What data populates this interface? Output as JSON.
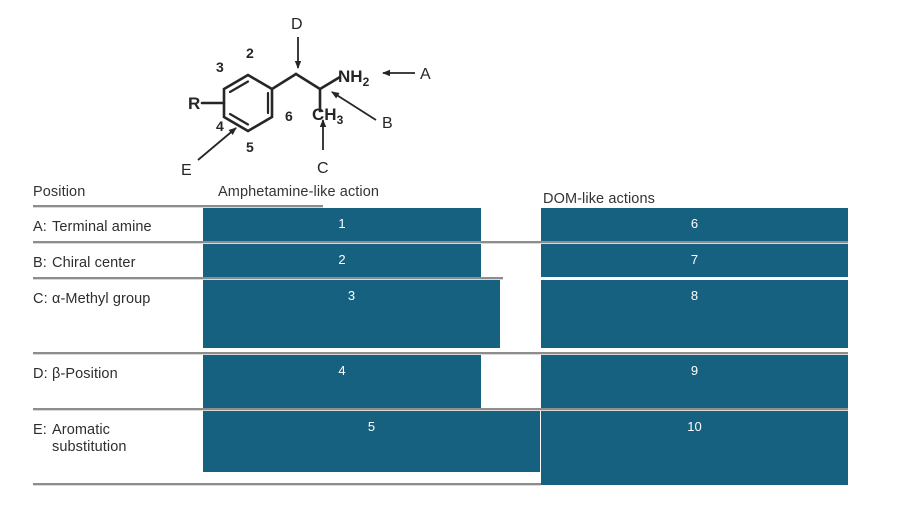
{
  "figure": {
    "structure": {
      "ring_numbers": [
        "2",
        "3",
        "4",
        "5",
        "6"
      ],
      "substituent_label": "R",
      "amine_label_main": "NH",
      "amine_label_sub": "2",
      "methyl_label_main": "CH",
      "methyl_label_sub": "3",
      "callouts": [
        {
          "id": "A",
          "label": "A"
        },
        {
          "id": "B",
          "label": "B"
        },
        {
          "id": "C",
          "label": "C"
        },
        {
          "id": "D",
          "label": "D"
        },
        {
          "id": "E",
          "label": "E"
        }
      ]
    }
  },
  "table": {
    "headers": {
      "position": "Position",
      "amphetamine": "Amphetamine-like action",
      "dom": "DOM-like actions"
    },
    "rows": [
      {
        "key": "A:",
        "label": "Terminal amine",
        "label_line2": "",
        "amphetamine_value": "1",
        "dom_value": "6"
      },
      {
        "key": "B:",
        "label": "Chiral center",
        "label_line2": "",
        "amphetamine_value": "2",
        "dom_value": "7"
      },
      {
        "key": "C:",
        "label": "α-Methyl group",
        "label_line2": "",
        "amphetamine_value": "3",
        "dom_value": "8"
      },
      {
        "key": "D:",
        "label": "β-Position",
        "label_line2": "",
        "amphetamine_value": "4",
        "dom_value": "9"
      },
      {
        "key": "E:",
        "label": "Aromatic",
        "label_line2": "substitution",
        "amphetamine_value": "5",
        "dom_value": "10"
      }
    ]
  },
  "colors": {
    "bar": "#16617f",
    "rule": "#8d8d8d",
    "text": "#2e2e2e"
  }
}
